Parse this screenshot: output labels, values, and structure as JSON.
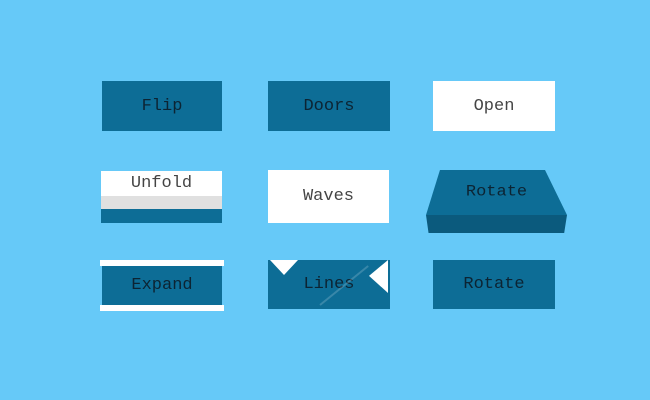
{
  "page": {
    "background": "#66c9f8"
  },
  "colors": {
    "page_bg": "#66c9f8",
    "button_blue": "#0d6d96",
    "button_blue_dark": "#0b5a7d",
    "fold_gray": "#e0e0e0",
    "white": "#ffffff",
    "dark_text": "#0c2433",
    "gray_text": "#444444"
  },
  "buttons": {
    "flip": {
      "label": "Flip"
    },
    "doors": {
      "label": "Doors"
    },
    "open": {
      "label": "Open"
    },
    "unfold": {
      "label": "Unfold"
    },
    "waves": {
      "label": "Waves"
    },
    "rotate_3d": {
      "label": "Rotate"
    },
    "expand": {
      "label": "Expand"
    },
    "lines": {
      "label": "Lines"
    },
    "rotate": {
      "label": "Rotate"
    }
  }
}
